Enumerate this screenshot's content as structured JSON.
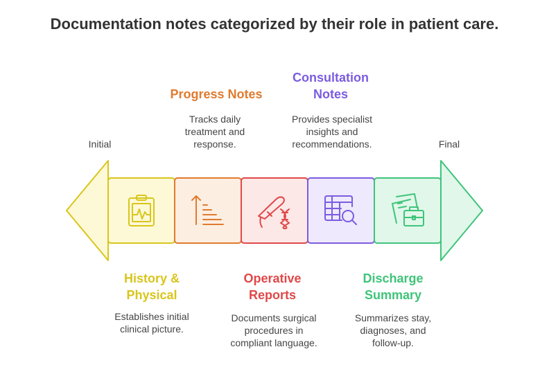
{
  "title": "Documentation notes categorized by their role in patient care.",
  "endpoints": {
    "start": "Initial",
    "end": "Final"
  },
  "stages": [
    {
      "heading": "History & Physical",
      "heading_lines": [
        "History &",
        "Physical"
      ],
      "description_lines": [
        "Establishes initial",
        "clinical picture."
      ],
      "icon": "clipboard-chart-icon",
      "color": "#d9c51c",
      "position": "below"
    },
    {
      "heading": "Progress Notes",
      "heading_lines": [
        "Progress Notes"
      ],
      "description_lines": [
        "Tracks daily",
        "treatment and",
        "response."
      ],
      "icon": "sort-ascending-icon",
      "color": "#e07b2e",
      "position": "above"
    },
    {
      "heading": "Operative Reports",
      "heading_lines": [
        "Operative",
        "Reports"
      ],
      "description_lines": [
        "Documents surgical",
        "procedures in",
        "compliant language."
      ],
      "icon": "scalpel-dna-icon",
      "color": "#e04848",
      "position": "below"
    },
    {
      "heading": "Consultation Notes",
      "heading_lines": [
        "Consultation",
        "Notes"
      ],
      "description_lines": [
        "Provides specialist",
        "insights and",
        "recommendations."
      ],
      "icon": "table-search-icon",
      "color": "#7b5ce0",
      "position": "above"
    },
    {
      "heading": "Discharge Summary",
      "heading_lines": [
        "Discharge",
        "Summary"
      ],
      "description_lines": [
        "Summarizes stay,",
        "diagnoses, and",
        "follow-up."
      ],
      "icon": "documents-briefcase-icon",
      "color": "#3fc47a",
      "position": "below"
    }
  ]
}
